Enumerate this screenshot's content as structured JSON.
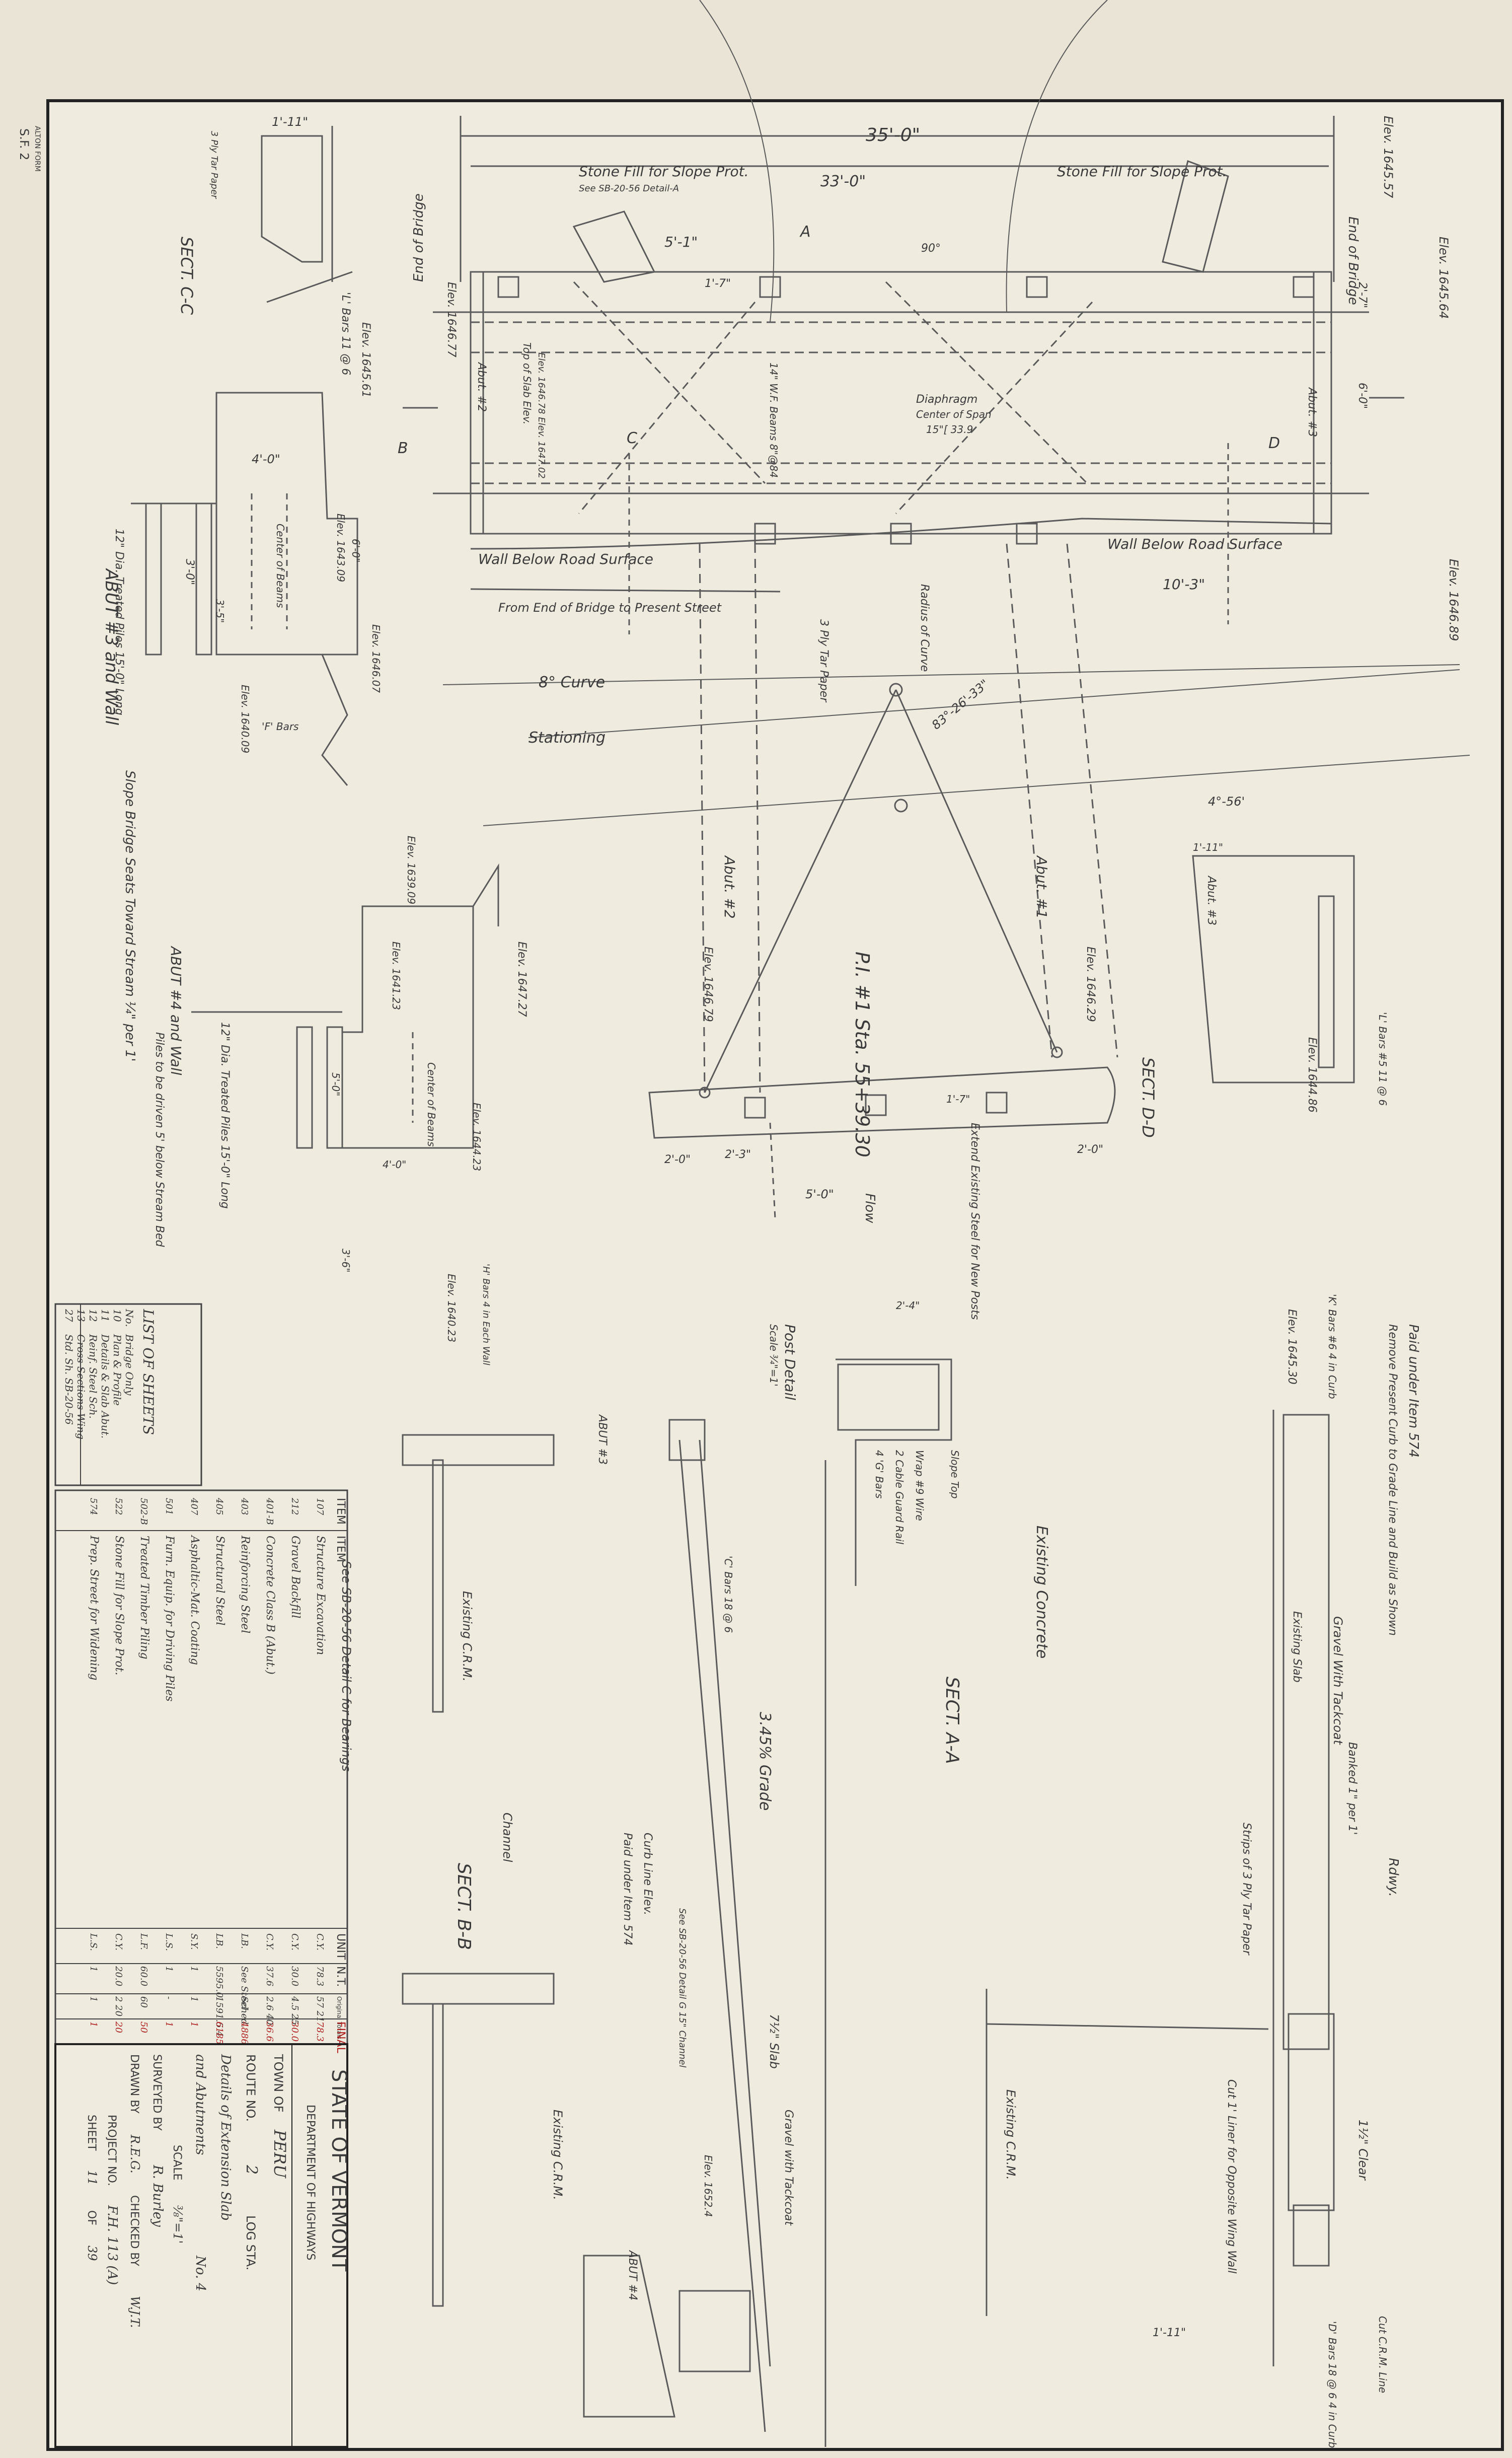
{
  "plan": {
    "dim_overall": "35'-0\"",
    "dim_inner": "33'-0\"",
    "stone_fill_left": "Stone Fill for Slope Prot.",
    "stone_fill_left_ref": "See SB-20-56 Detail-A",
    "stone_fill_right": "Stone Fill for Slope Prot.",
    "end_of_bridge_left": "End of Bridge",
    "end_of_bridge_right": "End of Bridge",
    "elev_1646_77": "Elev. 1646.77",
    "elev_1645_57": "Elev. 1645.57",
    "elev_1645_64": "Elev. 1645.64",
    "elev_1646_89": "Elev. 1646.89",
    "dim_5_1": "5'-1\"",
    "dim_1_7": "1'-7\"",
    "dim_2_7": "2'-7\"",
    "dim_6_0": "6'-0\"",
    "dim_10_3": "10'-3\"",
    "angle_90": "90°",
    "top_of_slab": "Top of Slab Elev.",
    "elevs_top_slab": "Elev. 1646.78  Elev. 1647.02",
    "abut2": "Abut. #2",
    "abut3": "Abut. #3",
    "diaphragm": "Diaphragm",
    "center_of_span": "Center of Span",
    "diaphragm_size": "15\"[ 33.9",
    "wf_beams": "14\" W.F. Beams 8\"@84",
    "wall_below_left": "Wall Below Road Surface",
    "wall_below_right": "Wall Below Road Surface",
    "from_end": "From End of Bridge to Present Street",
    "radius_curve": "Radius of Curve",
    "tar_paper": "3 Ply Tar Paper",
    "eight_curve": "8° Curve",
    "stationing": "Stationing",
    "angle_83": "83°-26'-33\"",
    "pi_station": "P.I. #1 Sta. 55+39.30",
    "angle_4_56": "4°-56'",
    "abut_no2": "Abut. #2",
    "abut_no1": "Abut. #1",
    "elev_1646_79": "Elev. 1646.79",
    "elev_1646_29": "Elev. 1646.29",
    "dim_2_0": "2'-0\"",
    "dim_2_3": "2'-3\"",
    "dim_5_0": "5'-0\"",
    "dim_1_7b": "1'-7\"",
    "dim_2_0b": "2'-0\"",
    "flow": "Flow",
    "extend_steel": "Extend Existing Steel for New Posts",
    "sect_a_label": "A",
    "sect_b_label": "B",
    "sect_c_label": "C",
    "sect_d_label": "D"
  },
  "sections": {
    "cc_title": "SECT. C-C",
    "cc_dim": "1'-11\"",
    "cc_tar": "3 Ply Tar Paper",
    "cc_bars": "'L' Bars 11 @ 6",
    "cc_elev": "Elev. 1645.61",
    "abut3_title": "ABUT #3 and Wall",
    "abut3_dim4": "4'-0\"",
    "abut3_dim3": "3'-0\"",
    "abut3_piles": "12\" Dia. Treated Piles 15'-0\" Long",
    "abut3_center": "Center of Beams",
    "abut3_e1": "Elev. 1643.09",
    "abut3_e2": "Elev. 1646.07",
    "abut3_e3": "Elev. 1640.09",
    "abut3_e4": "Elev. 1639.09",
    "abut3_bars": "'F' Bars",
    "abut3_dim6": "6'-0\"",
    "abut3_dim35": "3'-5\"",
    "slope_note": "Slope Bridge Seats Toward Stream ¼\" per 1'",
    "abut4_title": "ABUT #4 and Wall",
    "abut4_piles": "12\" Dia. Treated Piles 15'-0\" Long",
    "abut4_note": "Piles to be driven 5' below Stream Bed",
    "abut4_e1": "Elev. 1641.23",
    "abut4_e2": "Elev. 1647.27",
    "abut4_e3": "Elev. 1644.23",
    "abut4_e4": "Elev. 1640.23",
    "abut4_center": "Center of Beams",
    "abut4_dim5": "5'-0\"",
    "abut4_dim4": "4'-0\"",
    "abut4_dim3": "3'-6\"",
    "abut4_bars": "'H' Bars 4 in Each Wall",
    "dd_title": "SECT. D-D",
    "dd_abut": "Abut. #3",
    "dd_bars": "'L' Bars #5 11 @ 6",
    "dd_elev": "Elev. 1644.86",
    "dd_dim": "1'-11\"",
    "post_title": "Post Detail",
    "post_scale": "Scale ¾\"=1'",
    "post_wrap": "Wrap #9 Wire",
    "post_cable": "2 Cable Guard Rail",
    "post_slope": "Slope Top",
    "post_bars": "4 'G' Bars",
    "post_dim": "2'-4\"",
    "aa_title": "SECT. A-A",
    "aa_existing": "Existing Concrete",
    "aa_crm": "Existing C.R.M.",
    "aa_paid": "Paid under Item 574",
    "aa_remove": "Remove Present Curb to Grade Line and Build as Shown",
    "aa_gravel": "Gravel With Tackcoat",
    "aa_slab": "Existing Slab",
    "aa_bars": "'K' Bars #6 4 in Curb",
    "aa_elev": "Elev. 1645.30",
    "aa_rdwy": "Rdwy.",
    "aa_banked": "Banked 1\" per 1'",
    "aa_strips": "Strips of 3 Ply Tar Paper",
    "aa_clear": "1½\" Clear",
    "aa_liner": "Cut 1' Liner for Opposite Wing Wall",
    "aa_cut_crm": "Cut C.R.M. Line",
    "aa_dbars": "'D' Bars 18 @ 6 4 in Curb",
    "aa_dim": "1'-11\"",
    "bb_title": "SECT. B-B",
    "bb_ref": "See SB-20-56 Detail C for Bearings",
    "bb_grade": "3.45% Grade",
    "bb_slab": "7½\" Slab",
    "bb_gravel": "Gravel with Tackcoat",
    "bb_paid": "Paid under Item 574",
    "bb_curb": "Curb Line Elev.",
    "bb_channel": "Channel",
    "bb_crm": "Existing C.R.M.",
    "bb_crm2": "Existing C.R.M.",
    "bb_abut3": "ABUT #3",
    "bb_abut4": "ABUT #4",
    "bb_elev": "Elev. 1652.4",
    "bb_bars": "'C' Bars 18 @ 6",
    "bb_see": "See SB-20-56 Detail G 15\" Channel"
  },
  "sheets_list": {
    "header": "LIST OF SHEETS",
    "rows": [
      [
        "No.",
        "Bridge Only"
      ],
      [
        "10",
        "Plan & Profile"
      ],
      [
        "11",
        "Details & Slab Abut."
      ],
      [
        "12",
        "Reinf. Steel Sch."
      ],
      [
        "13",
        "Cross Sections Wing"
      ],
      [
        "27",
        "Std. Sh. SB-20-56"
      ]
    ]
  },
  "quantities": {
    "headers": [
      "ITEM",
      "ITEM",
      "UNIT",
      "N.T.",
      "Original Totals",
      "FINAL"
    ],
    "rows": [
      [
        "107",
        "Structure Excavation",
        "C.Y.",
        "78.3",
        "57  21",
        "78.3"
      ],
      [
        "212",
        "Gravel Backfill",
        "C.Y.",
        "30.0",
        "4.5  25",
        "30.0"
      ],
      [
        "401-B",
        "Concrete Class B (Abut.)",
        "C.Y.",
        "37.6",
        "2.6  40",
        "36.6"
      ],
      [
        "403",
        "Reinforcing Steel",
        "LB.",
        "See Steel",
        "Sched.",
        "4886"
      ],
      [
        "405",
        "Structural Steel",
        "LB.",
        "5595.0",
        "1591.5  4",
        "6185"
      ],
      [
        "407",
        "Asphaltic-Mat. Coating",
        "S.Y.",
        "1",
        "1",
        "1"
      ],
      [
        "501",
        "Furn. Equip. for Driving Piles",
        "L.S.",
        "1",
        "-",
        "1"
      ],
      [
        "502-B",
        "Treated Timber Piling",
        "L.F.",
        "60.0",
        "60",
        "50"
      ],
      [
        "522",
        "Stone Fill for Slope Prot.",
        "C.Y.",
        "20.0",
        "2  20",
        "20"
      ],
      [
        "574",
        "Prep. Street for Widening",
        "L.S.",
        "1",
        "1",
        "1"
      ]
    ]
  },
  "title_block": {
    "state": "STATE OF VERMONT",
    "dept": "DEPARTMENT OF HIGHWAYS",
    "town_label": "TOWN OF",
    "town": "PERU",
    "route_label": "ROUTE NO.",
    "route": "2",
    "log_sta": "LOG STA.",
    "details1": "Details of Extension Slab",
    "details2": "and Abutments",
    "details_no": "No. 4",
    "scale_label": "SCALE",
    "scale": "⅜\"=1'",
    "surveyed_label": "SURVEYED BY",
    "surveyed": "R. Burley",
    "drawn_label": "DRAWN BY",
    "drawn": "R.E.G.",
    "checked_label": "CHECKED BY",
    "checked": "W.J.T.",
    "project_label": "PROJECT NO.",
    "project": "F.H. 113 (A)",
    "sheet_label": "SHEET",
    "sheet_no": "11",
    "sheet_of": "OF",
    "sheet_total": "39"
  },
  "margin": {
    "code": "S.F. 2",
    "maker": "ALTON FORM"
  }
}
